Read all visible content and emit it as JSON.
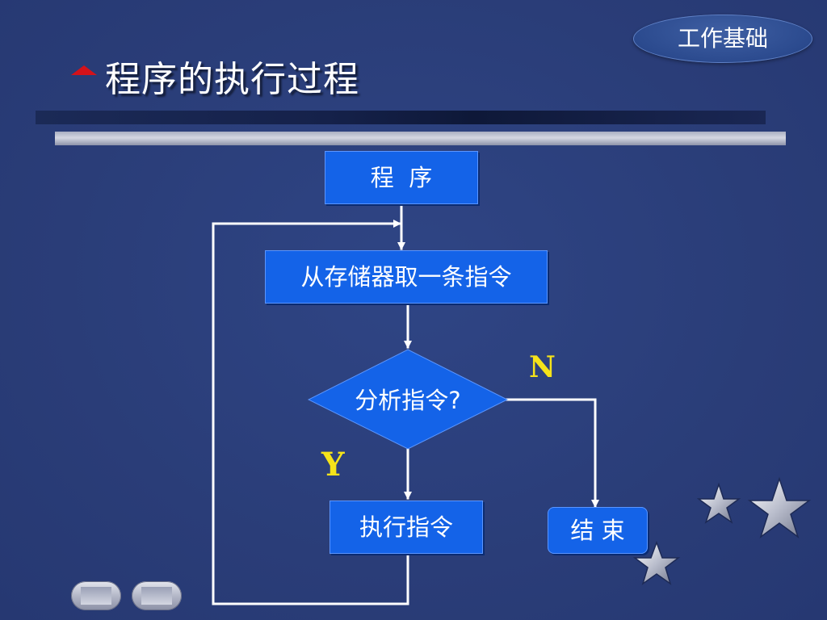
{
  "header": {
    "section_label": "工作基础",
    "title": "程序的执行过程"
  },
  "flowchart": {
    "start": "程  序",
    "fetch": "从存储器取一条指令",
    "decision": "分析指令?",
    "execute": "执行指令",
    "end": "结 束",
    "yes_label": "Y",
    "no_label": "N"
  },
  "colors": {
    "background": "#2b3f7b",
    "node_fill": "#1463e8",
    "label_yellow": "#f5e31a",
    "marker_red": "#d4121a"
  },
  "icons": {
    "title_marker": "red-triangle-icon",
    "decor": "star-icon",
    "nav_prev": "prev-slide-button",
    "nav_next": "next-slide-button"
  }
}
